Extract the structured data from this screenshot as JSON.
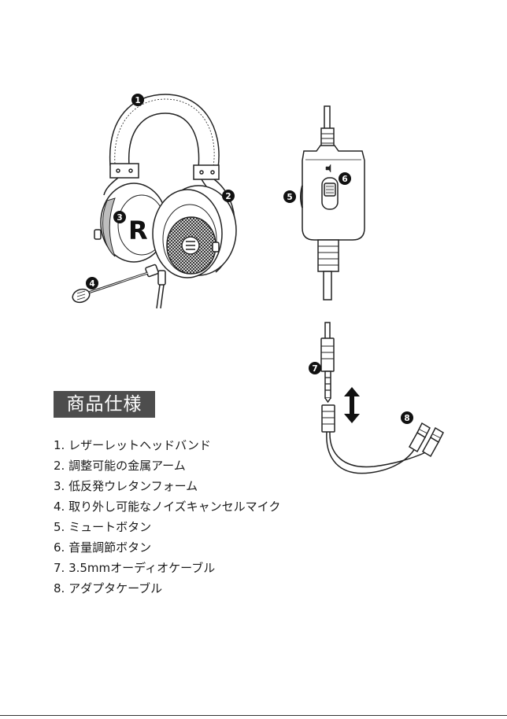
{
  "callouts": [
    "1",
    "2",
    "3",
    "4",
    "5",
    "6",
    "7",
    "8"
  ],
  "earcup_letter": "R",
  "spec": {
    "title": "商品仕様",
    "items": [
      "1. レザーレットヘッドバンド",
      "2. 調整可能の金属アーム",
      "3. 低反発ウレタンフォーム",
      "4. 取り外し可能なノイズキャンセルマイク",
      "5. ミュートボタン",
      "6. 音量調節ボタン",
      "7. 3.5mmオーディオケーブル",
      "8. アダプタケーブル"
    ]
  },
  "colors": {
    "line": "#222222",
    "callout_fill": "#111111",
    "title_bg": "#4d4d4d",
    "title_text": "#ffffff"
  },
  "icons": {
    "arrow": "double-arrow-vertical-icon",
    "logo": "three-bar-logo-icon"
  }
}
